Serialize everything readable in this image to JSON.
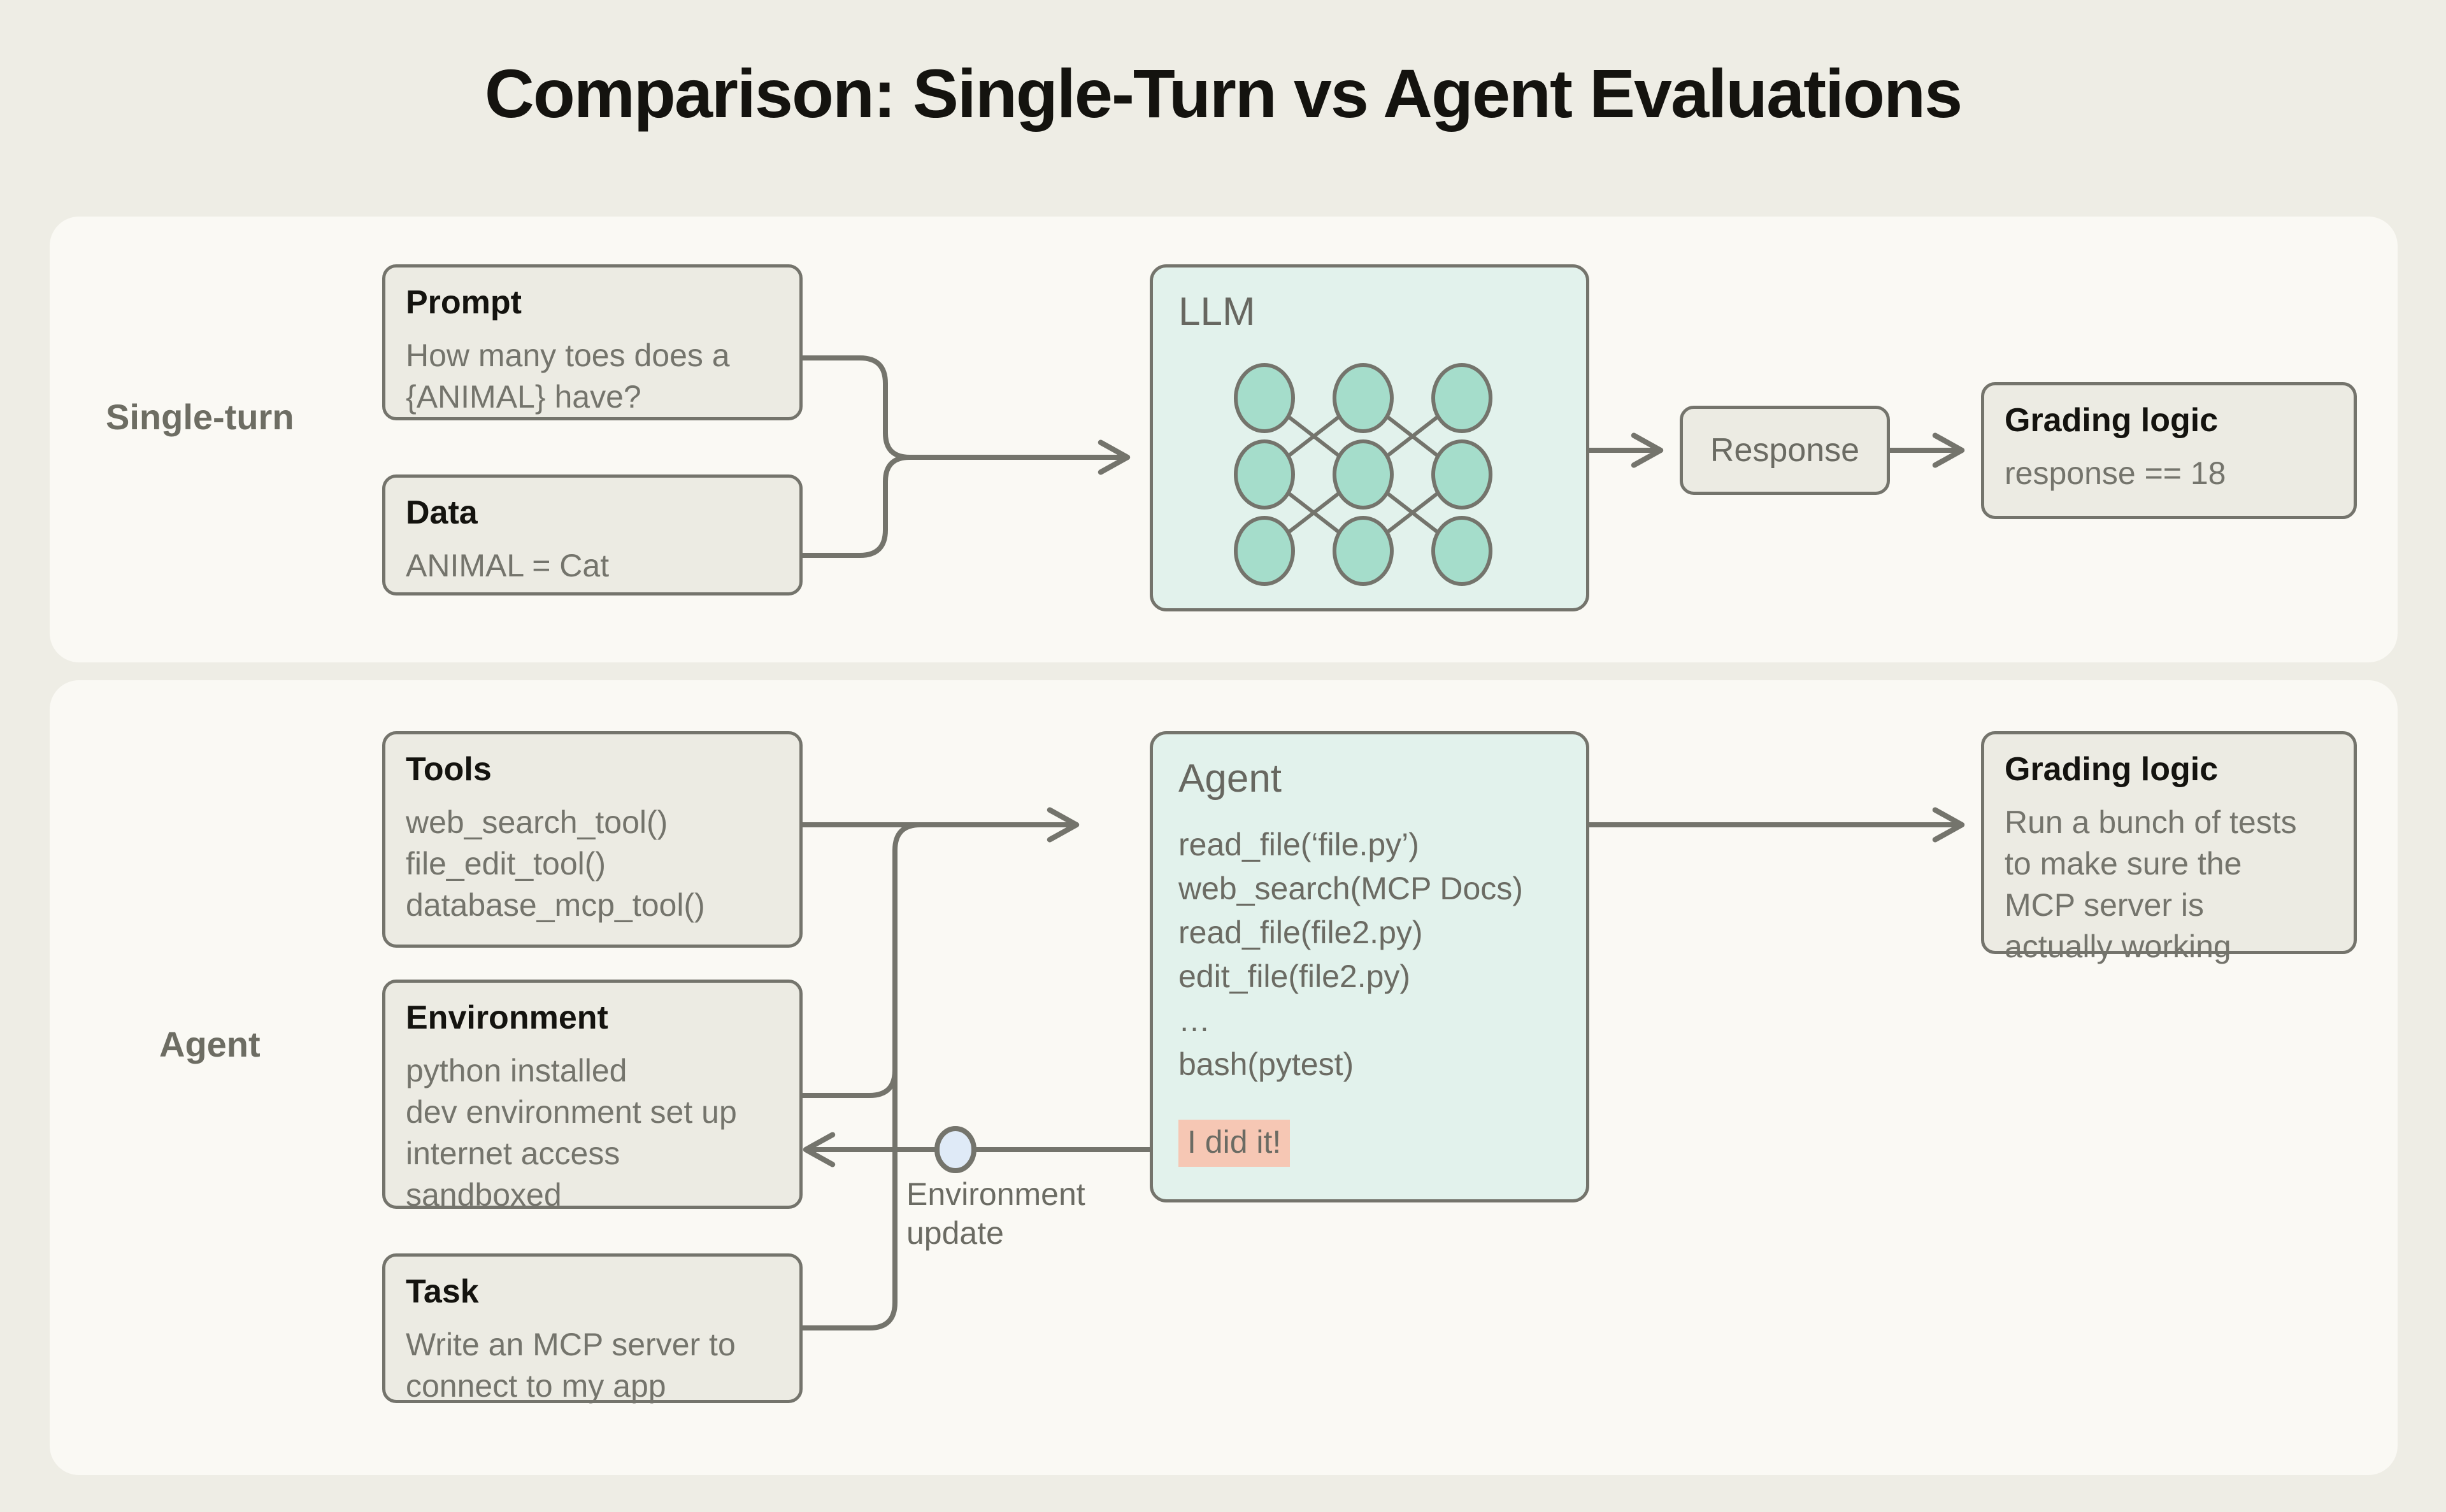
{
  "title": "Comparison: Single-Turn vs Agent Evaluations",
  "colors": {
    "page_background": "#eeede5",
    "panel_background": "#faf9f4",
    "card_background": "#ecebe3",
    "card_border": "#74746c",
    "model_card_background": "#e2f2ec",
    "node_fill": "#a5ddcb",
    "highlight_background": "#f6c7b4",
    "connector": "#74746c",
    "env_node_fill": "#dfeaf7",
    "heading_text": "#14130f",
    "body_text": "#74746c"
  },
  "rows": {
    "single_turn": {
      "label": "Single-turn",
      "prompt": {
        "title": "Prompt",
        "body": "How many toes does a\n{ANIMAL} have?"
      },
      "data": {
        "title": "Data",
        "body": "ANIMAL = Cat"
      },
      "llm": {
        "title": "LLM",
        "icon": "neural-network-icon",
        "nodes": 9,
        "layers": 3,
        "nodes_per_layer": 3
      },
      "response": {
        "label": "Response"
      },
      "grading": {
        "title": "Grading logic",
        "body": "response == 18"
      }
    },
    "agent": {
      "label": "Agent",
      "tools": {
        "title": "Tools",
        "body": "web_search_tool()\nfile_edit_tool()\ndatabase_mcp_tool()"
      },
      "environment": {
        "title": "Environment",
        "body": "python installed\ndev environment set up\ninternet access\nsandboxed"
      },
      "task": {
        "title": "Task",
        "body": "Write an MCP server to\nconnect to my app"
      },
      "agent_box": {
        "title": "Agent",
        "steps": "read_file(‘file.py’)\nweb_search(MCP Docs)\nread_file(file2.py)\nedit_file(file2.py)\n…\nbash(pytest)",
        "final_message": "I did it!"
      },
      "environment_update": {
        "label": "Environment\nupdate",
        "node_icon": "circle-node-icon"
      },
      "grading": {
        "title": "Grading logic",
        "body": "Run a bunch of tests\nto make sure the\nMCP server is\nactually working"
      }
    }
  }
}
